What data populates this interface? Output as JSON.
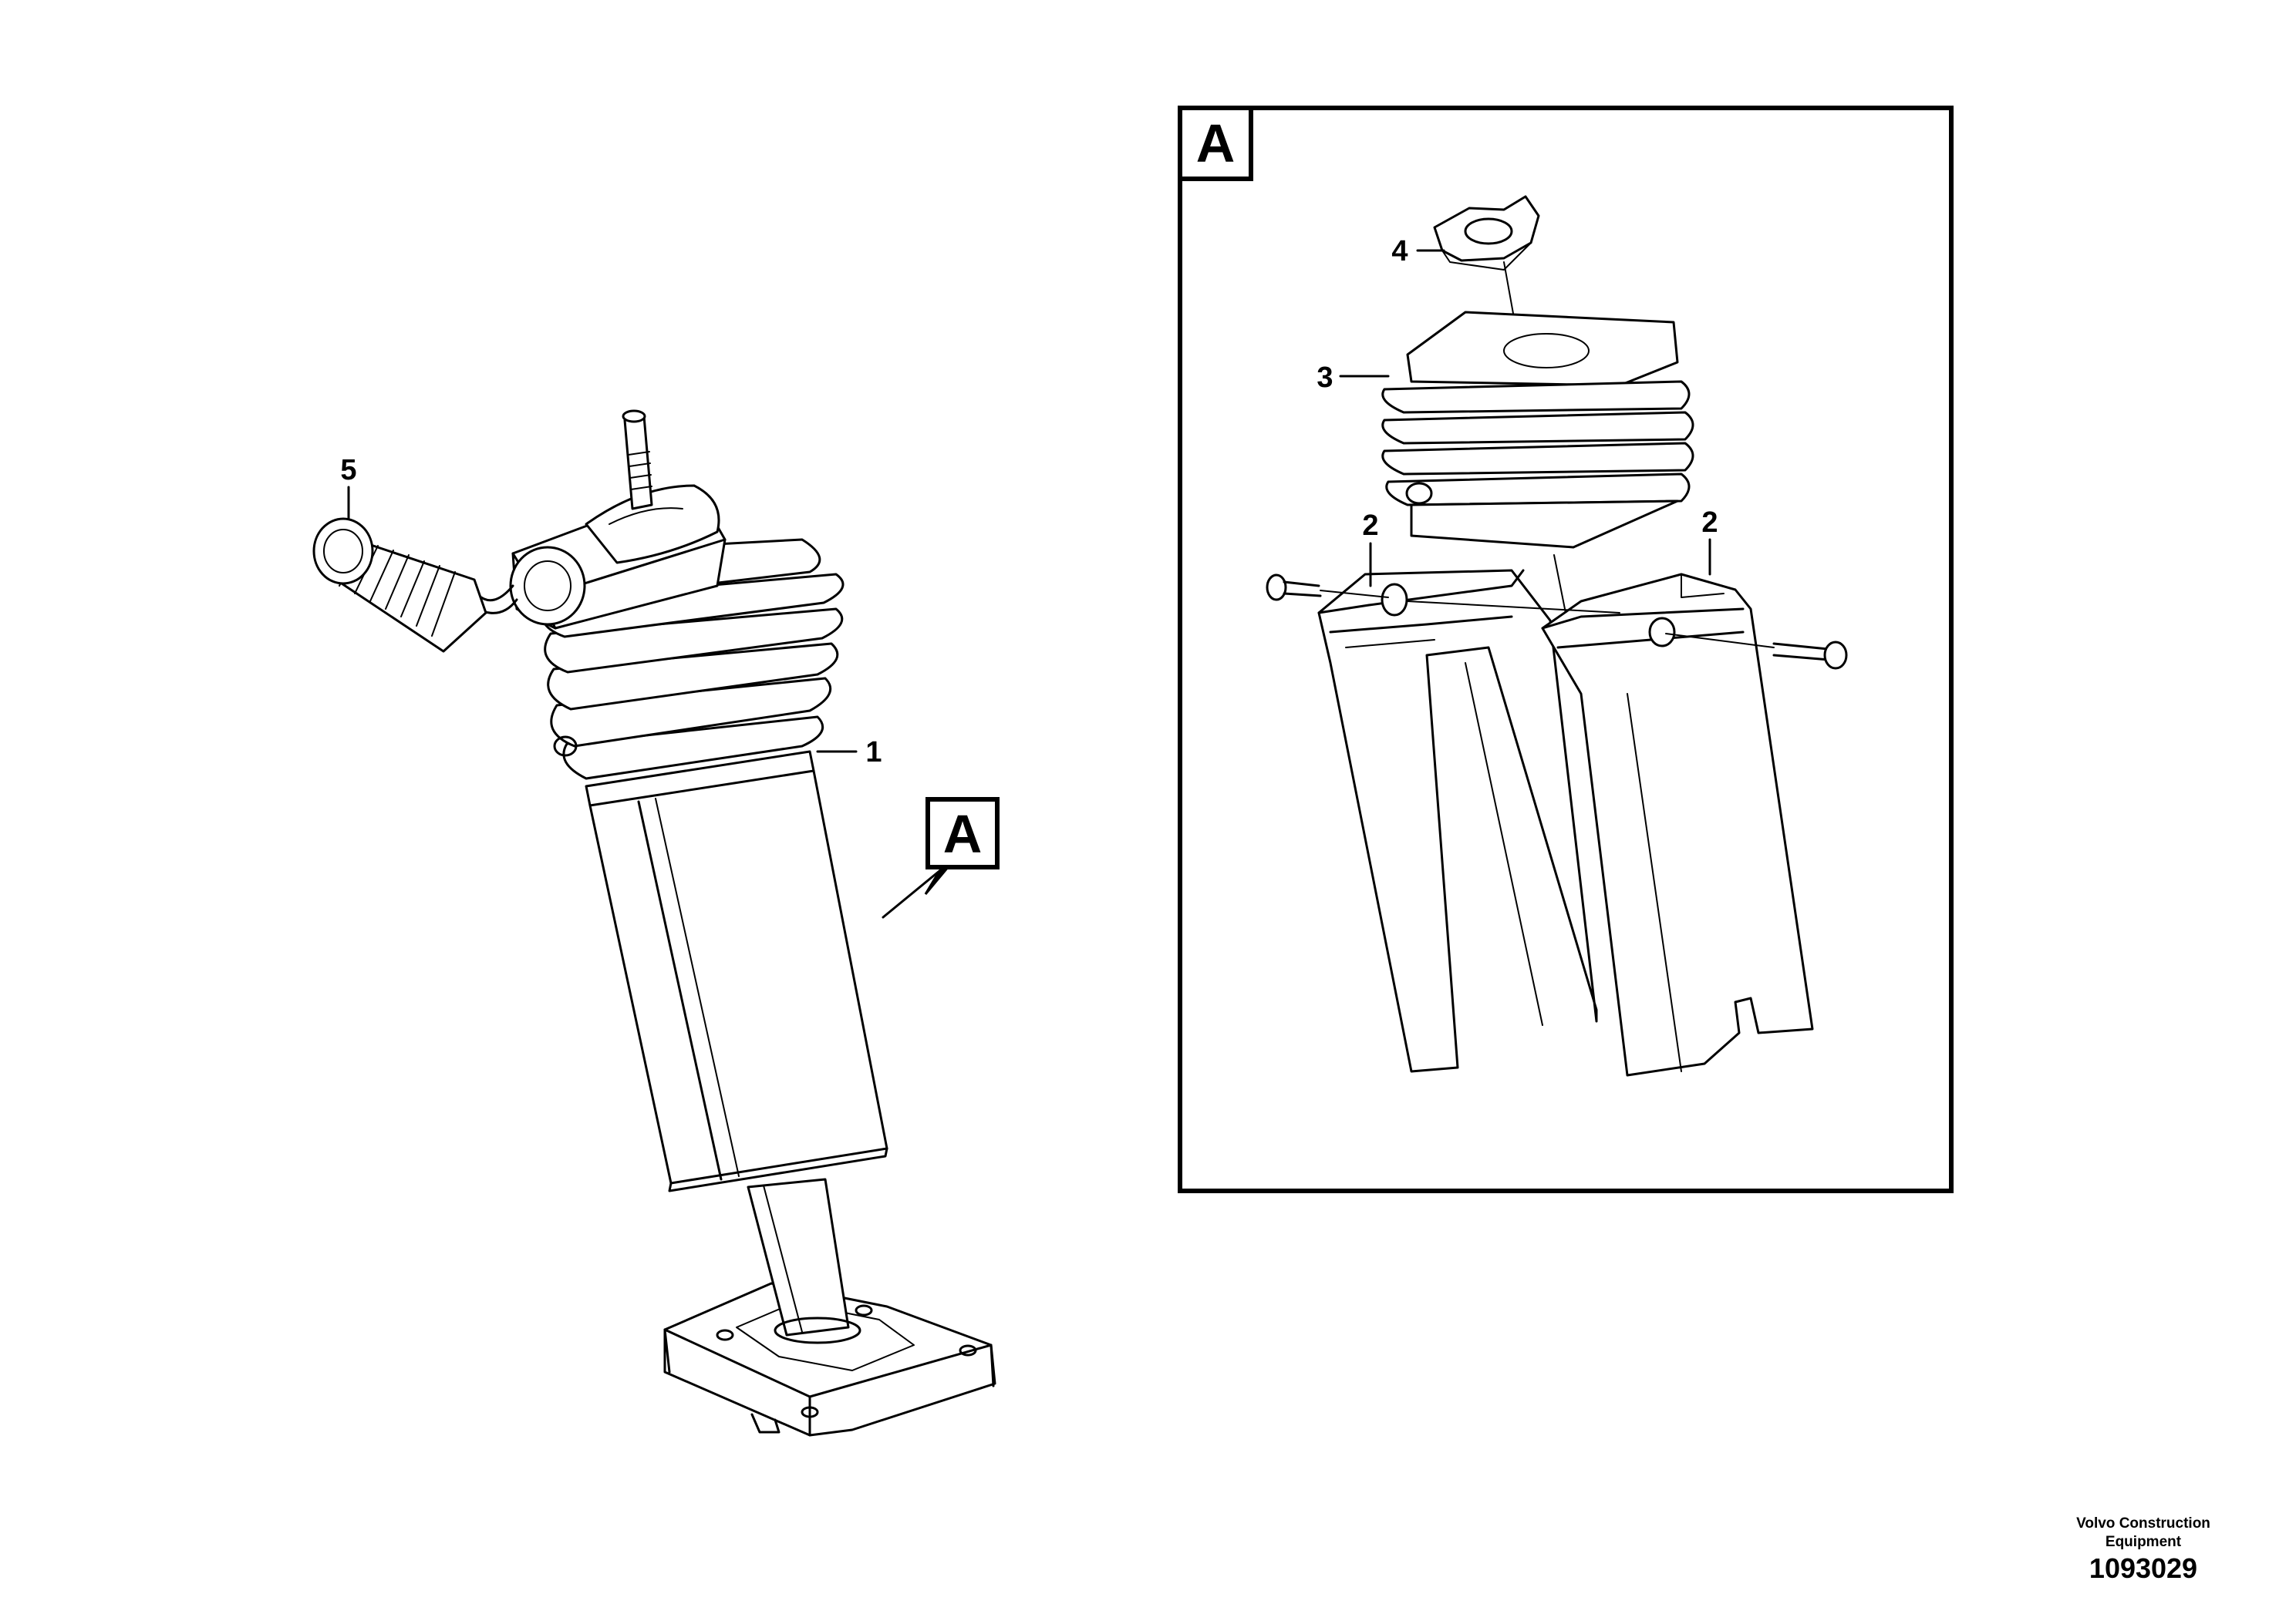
{
  "callouts": {
    "c1": "1",
    "c2a": "2",
    "c2b": "2",
    "c3": "3",
    "c4": "4",
    "c5": "5"
  },
  "view_labels": {
    "pointer": "A",
    "detail": "A"
  },
  "footer": {
    "maker_line1": "Volvo Construction",
    "maker_line2": "Equipment",
    "illustration_number": "1093029"
  }
}
